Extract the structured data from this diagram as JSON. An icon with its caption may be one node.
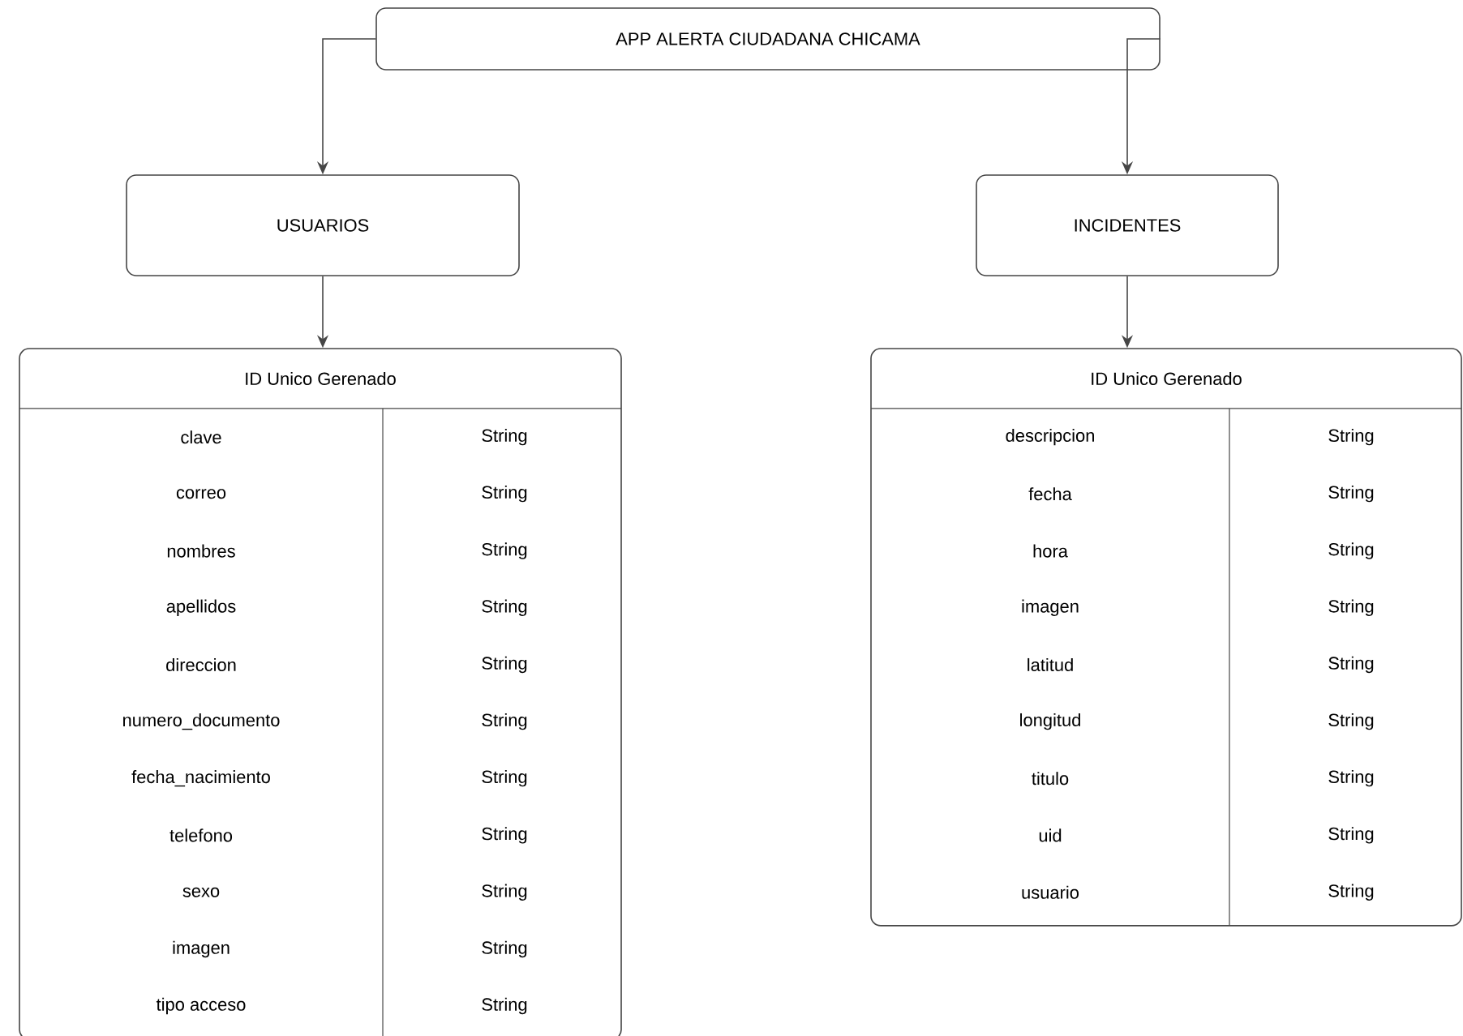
{
  "diagram": {
    "nodes": [
      {
        "text": [
          "APP ALERTA CIUDADANA CHICAMA"
        ]
      },
      {
        "text": [
          "USUARIOS"
        ]
      },
      {
        "text": [
          "INCIDENTES"
        ]
      },
      {
        "text": [
          "ID Unico Gerenado",
          "clave",
          "String",
          "correo",
          "String",
          "nombres",
          "String",
          "apellidos",
          "String",
          "direccion",
          "String",
          "numero_documento",
          "String",
          "fecha_nacimiento",
          "String",
          "telefono",
          "String",
          "sexo",
          "String",
          "imagen",
          "String",
          "tipo acceso",
          "String"
        ]
      },
      {
        "text": [
          "ID Unico Gerenado",
          "descripcion",
          "String",
          "fecha",
          "String",
          "hora",
          "String",
          "imagen",
          "String",
          "latitud",
          "String",
          "longitud",
          "String",
          "titulo",
          "String",
          "uid",
          "String",
          "usuario",
          "String"
        ]
      }
    ],
    "edges": [
      {
        "from": 0,
        "to": 1,
        "arrow": "to"
      },
      {
        "from": 0,
        "to": 2,
        "arrow": "to"
      },
      {
        "from": 1,
        "to": 3,
        "arrow": "to"
      },
      {
        "from": 2,
        "to": 4,
        "arrow": "to"
      }
    ]
  }
}
